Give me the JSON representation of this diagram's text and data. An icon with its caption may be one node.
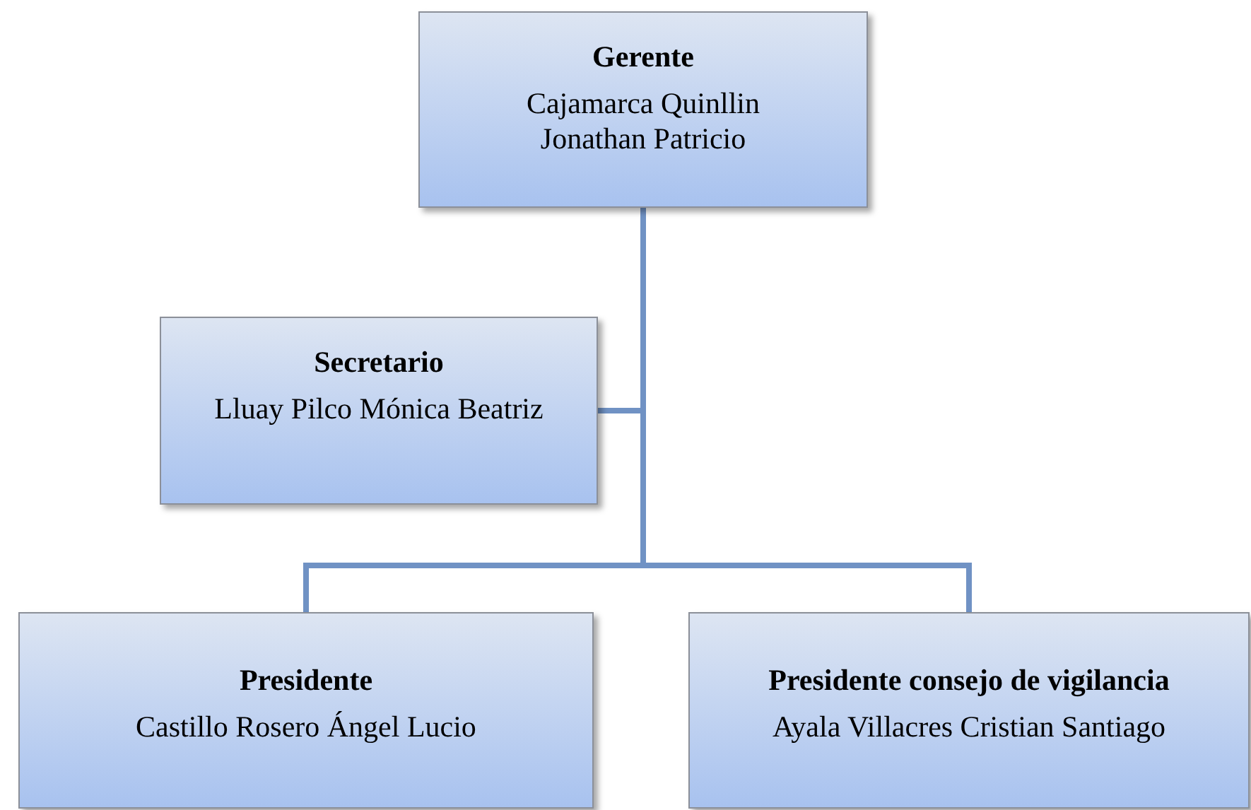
{
  "diagram": {
    "nodes": [
      {
        "text": [
          "Gerente",
          "Cajamarca Quinllin Jonathan Patricio"
        ]
      },
      {
        "text": [
          "Secretario",
          "Lluay Pilco Mónica Beatriz"
        ]
      },
      {
        "text": [
          "Presidente",
          "Castillo Rosero Ángel Lucio"
        ]
      },
      {
        "text": [
          "Presidente consejo de vigilancia",
          "Ayala Villacres Cristian Santiago"
        ]
      }
    ],
    "edges": [
      {
        "from": 0,
        "to": 1,
        "arrow": "none"
      },
      {
        "from": 0,
        "to": 2,
        "arrow": "none"
      },
      {
        "from": 0,
        "to": 3,
        "arrow": "none"
      }
    ]
  }
}
